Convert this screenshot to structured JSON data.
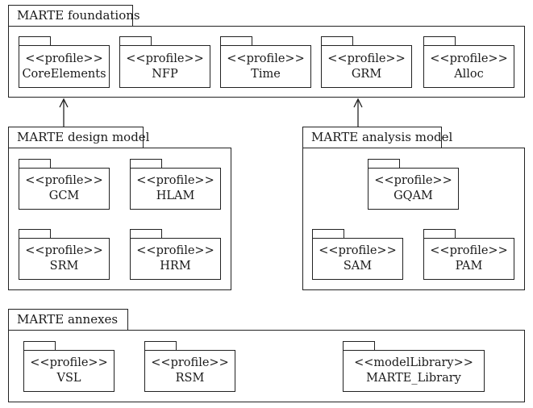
{
  "foundations": {
    "title": "MARTE foundations",
    "profiles": [
      {
        "stereotype": "<<profile>>",
        "name": "CoreElements"
      },
      {
        "stereotype": "<<profile>>",
        "name": "NFP"
      },
      {
        "stereotype": "<<profile>>",
        "name": "Time"
      },
      {
        "stereotype": "<<profile>>",
        "name": "GRM"
      },
      {
        "stereotype": "<<profile>>",
        "name": "Alloc"
      }
    ]
  },
  "design": {
    "title": "MARTE design model",
    "profiles": [
      {
        "stereotype": "<<profile>>",
        "name": "GCM"
      },
      {
        "stereotype": "<<profile>>",
        "name": "HLAM"
      },
      {
        "stereotype": "<<profile>>",
        "name": "SRM"
      },
      {
        "stereotype": "<<profile>>",
        "name": "HRM"
      }
    ]
  },
  "analysis": {
    "title": "MARTE analysis model",
    "profiles": [
      {
        "stereotype": "<<profile>>",
        "name": "GQAM"
      },
      {
        "stereotype": "<<profile>>",
        "name": "SAM"
      },
      {
        "stereotype": "<<profile>>",
        "name": "PAM"
      }
    ]
  },
  "annexes": {
    "title": "MARTE annexes",
    "profiles": [
      {
        "stereotype": "<<profile>>",
        "name": "VSL"
      },
      {
        "stereotype": "<<profile>>",
        "name": "RSM"
      },
      {
        "stereotype": "<<modelLibrary>>",
        "name": "MARTE_Library"
      }
    ]
  }
}
